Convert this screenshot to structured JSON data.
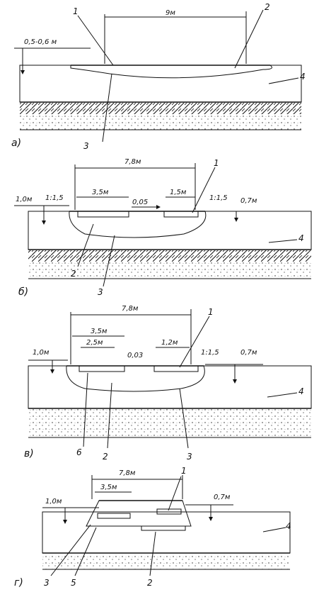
{
  "panel_a": {
    "panel_label": "а)",
    "dims": {
      "width": "9м",
      "depth": "0,5-0,6 м"
    },
    "callouts": [
      "1",
      "2",
      "3",
      "4"
    ]
  },
  "panel_b": {
    "panel_label": "б)",
    "dims": {
      "total_width": "7,8м",
      "left_part": "3,5м",
      "right_part": "1,5м",
      "gap": "0,05",
      "depth": "1,0м",
      "slope_left": "1:1,5",
      "slope_right": "1:1,5",
      "right_depth": "0,7м"
    },
    "callouts": [
      "1",
      "2",
      "3",
      "4"
    ]
  },
  "panel_v": {
    "panel_label": "в)",
    "dims": {
      "total_width": "7,8м",
      "left_part": "3,5м",
      "inner_part": "2,5м",
      "gap": "0,03",
      "right_part": "1,2м",
      "depth": "1,0м",
      "slope_right": "1:1,5",
      "right_depth": "0,7м"
    },
    "callouts": [
      "1",
      "2",
      "3",
      "4",
      "6"
    ]
  },
  "panel_g": {
    "panel_label": "г)",
    "dims": {
      "total_width": "7,8м",
      "left_part": "3,5м",
      "depth": "1,0м",
      "right_depth": "0,7м"
    },
    "callouts": [
      "1",
      "2",
      "3",
      "4",
      "5"
    ]
  }
}
